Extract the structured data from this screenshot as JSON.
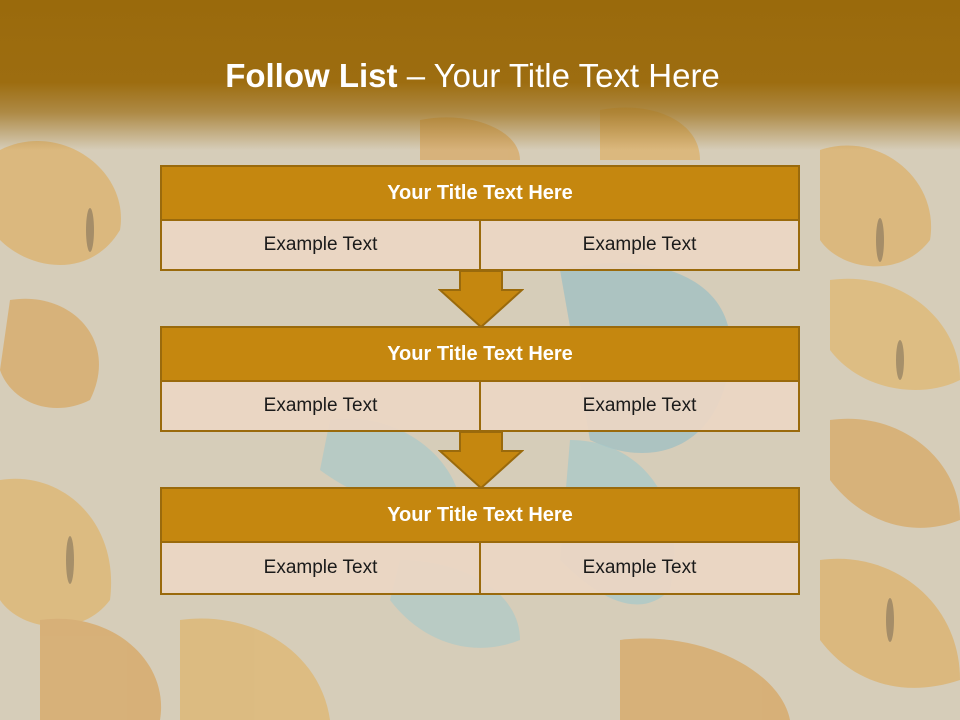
{
  "slide": {
    "title_bold": "Follow List",
    "title_rest": " – Your Title Text Here"
  },
  "colors": {
    "header": "#9a6a0c",
    "block_title_fill": "#c5870f",
    "block_border": "#9a6a0c",
    "cell_fill": "#ecd6c4",
    "background": "#d9cfbd"
  },
  "blocks": [
    {
      "title": "Your Title Text Here",
      "left": "Example Text",
      "right": "Example Text"
    },
    {
      "title": "Your Title Text Here",
      "left": "Example Text",
      "right": "Example Text"
    },
    {
      "title": "Your Title Text Here",
      "left": "Example Text",
      "right": "Example Text"
    }
  ]
}
